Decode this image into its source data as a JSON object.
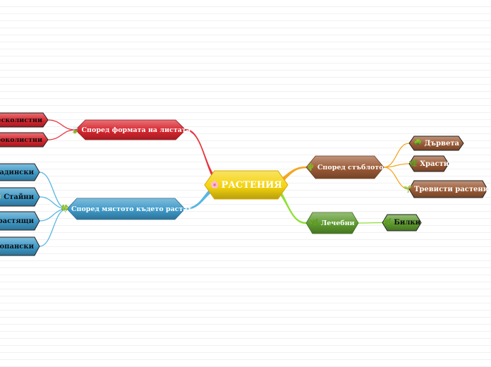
{
  "center": {
    "label": "РАСТЕНИЯ",
    "icon": "flower-icon",
    "icon_glyph": "🌸",
    "color": "#f5d40f"
  },
  "branches": [
    {
      "key": "leaf-shape",
      "label": "Според формата на листата",
      "icon": "leaf-icon",
      "icon_glyph": "🍃",
      "color": "#d8262e",
      "line_color": "#e8323c",
      "children": [
        {
          "label": "Тесколистни",
          "icon_glyph": ""
        },
        {
          "label": "Широколистни",
          "icon_glyph": ""
        }
      ]
    },
    {
      "key": "habitat",
      "label": "Според мястото където растат",
      "icon": "clover-icon",
      "icon_glyph": "🍀",
      "color": "#3d99c9",
      "line_color": "#58b6e2",
      "children": [
        {
          "label": "Градински",
          "icon_glyph": ""
        },
        {
          "label": "Стайни",
          "icon_glyph": "🌼"
        },
        {
          "label": "Дворастящи",
          "icon_glyph": ""
        },
        {
          "label": "Стопански",
          "icon_glyph": ""
        }
      ]
    },
    {
      "key": "stem",
      "label": "Според стъблото",
      "icon": "cactus-icon",
      "icon_glyph": "🌵",
      "color": "#9b5a35",
      "line_color": "#f5a623",
      "children": [
        {
          "label": "Дървета",
          "icon_glyph": "🌳"
        },
        {
          "label": "Храсти",
          "icon_glyph": "🌿"
        },
        {
          "label": "Тревисти растения",
          "icon_glyph": "🌱"
        }
      ]
    },
    {
      "key": "medicinal",
      "label": "Лечебни",
      "icon": "herb-icon",
      "icon_glyph": "🌿",
      "color": "#5e9a2f",
      "line_color": "#8fe036",
      "children": [
        {
          "label": "Билки",
          "icon_glyph": "🌿"
        }
      ]
    }
  ]
}
